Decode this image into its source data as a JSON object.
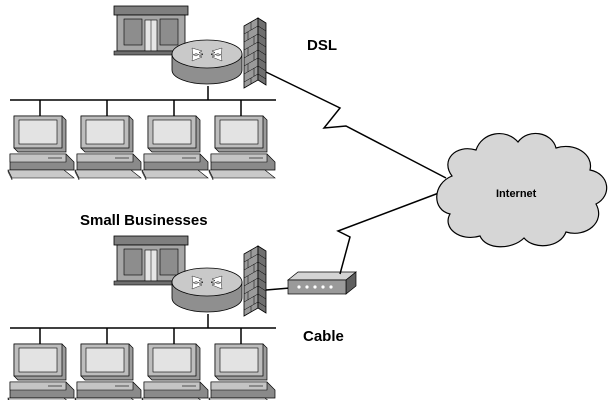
{
  "diagram": {
    "labels": {
      "dsl": "DSL",
      "small_businesses": "Small Businesses",
      "cable": "Cable",
      "internet": "Internet"
    },
    "nodes": [
      {
        "id": "dsl-site",
        "kind": "small-business-site",
        "devices": [
          "building",
          "router",
          "firewall",
          "pc",
          "pc",
          "pc",
          "pc"
        ]
      },
      {
        "id": "cable-site",
        "kind": "small-business-site",
        "devices": [
          "building",
          "router",
          "firewall",
          "cable-modem",
          "pc",
          "pc",
          "pc",
          "pc"
        ]
      },
      {
        "id": "internet",
        "kind": "cloud"
      }
    ],
    "links": [
      {
        "from": "dsl-site",
        "to": "internet",
        "style": "serial-zigzag"
      },
      {
        "from": "cable-site",
        "to": "internet",
        "style": "serial-zigzag"
      }
    ],
    "colors": {
      "line": "#000000",
      "device_body": "#b8b8b8",
      "device_dark": "#7a7a7a",
      "screen": "#d9d9d9",
      "building_roof": "#8c8c8c",
      "cloud_fill": "#d6d6d6",
      "brick": "#9a9a9a"
    }
  }
}
